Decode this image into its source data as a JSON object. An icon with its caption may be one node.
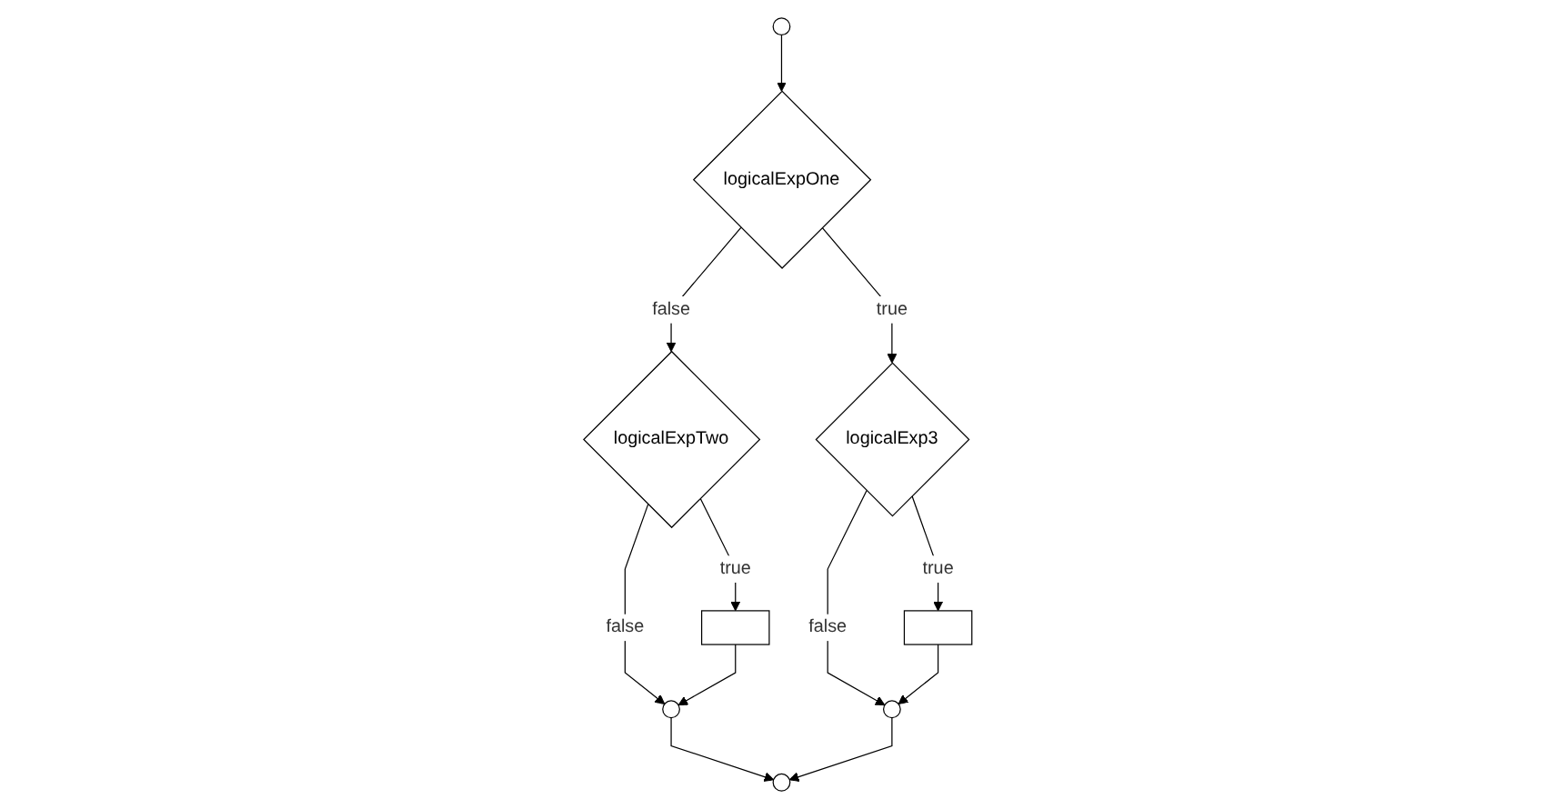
{
  "diagram": {
    "nodes": [
      {
        "text": [],
        "shape": "circle"
      },
      {
        "text": [
          "logicalExpOne"
        ]
      },
      {
        "text": [
          "logicalExpTwo"
        ]
      },
      {
        "text": [
          "logicalExp3"
        ]
      },
      {
        "text": [],
        "shape": "box"
      },
      {
        "text": [],
        "shape": "box"
      },
      {
        "text": [],
        "shape": "circle"
      },
      {
        "text": [],
        "shape": "circle"
      },
      {
        "text": [],
        "shape": "circle"
      }
    ],
    "edges": [
      {
        "from": 0,
        "to": 1,
        "arrow": "to"
      },
      {
        "from": 1,
        "to": 2,
        "arrow": "to",
        "label": "false"
      },
      {
        "from": 1,
        "to": 3,
        "arrow": "to",
        "label": "true"
      },
      {
        "from": 2,
        "to": 4,
        "arrow": "to",
        "label": "true"
      },
      {
        "from": 2,
        "to": 6,
        "arrow": "to",
        "label": "false"
      },
      {
        "from": 4,
        "to": 6,
        "arrow": "to"
      },
      {
        "from": 3,
        "to": 5,
        "arrow": "to",
        "label": "true"
      },
      {
        "from": 3,
        "to": 7,
        "arrow": "to",
        "label": "false"
      },
      {
        "from": 5,
        "to": 7,
        "arrow": "to"
      },
      {
        "from": 6,
        "to": 8,
        "arrow": "to"
      },
      {
        "from": 7,
        "to": 8,
        "arrow": "to"
      }
    ]
  }
}
